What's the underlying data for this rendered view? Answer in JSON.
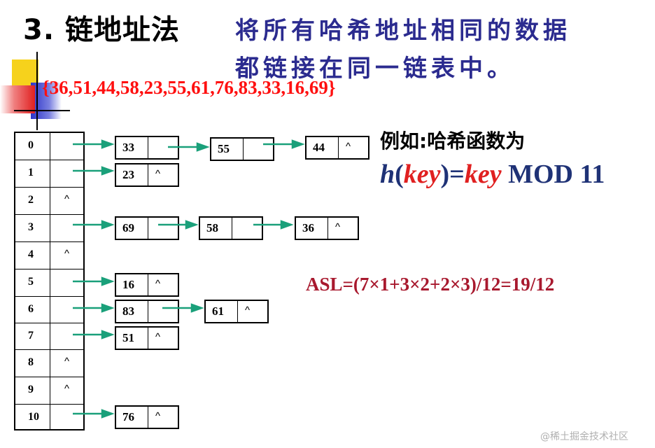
{
  "slide": {
    "title": "3. 链地址法",
    "description_line1": "将所有哈希地址相同的数据",
    "description_line2": "都链接在同一链表中。",
    "key_sequence": "{36,51,44,58,23,55,61,76,83,33,16,69}",
    "example_label": "例如:哈希函数为",
    "hash_function": {
      "h": "h",
      "open": "(",
      "key1": "key",
      "close_eq": ")=",
      "key2": "key",
      "mod": " MOD 11"
    },
    "asl": "ASL=(7×1+3×2+2×3)/12=19/12",
    "watermark": "@稀土掘金技术社区"
  },
  "colors": {
    "arrow": "#1aa07a",
    "description": "#2b2b8f",
    "keys": "#ff1010",
    "hash_function": "#1f3276",
    "key_highlight": "#e02020",
    "asl": "#a8192e"
  },
  "hash_table": {
    "buckets": [
      {
        "index": "0",
        "pointer": "",
        "chain": [
          {
            "value": "33",
            "next": ""
          },
          {
            "value": "55",
            "next": ""
          },
          {
            "value": "44",
            "next": "^"
          }
        ]
      },
      {
        "index": "1",
        "pointer": "",
        "chain": [
          {
            "value": "23",
            "next": "^"
          }
        ]
      },
      {
        "index": "2",
        "pointer": "^",
        "chain": []
      },
      {
        "index": "3",
        "pointer": "",
        "chain": [
          {
            "value": "69",
            "next": ""
          },
          {
            "value": "58",
            "next": ""
          },
          {
            "value": "36",
            "next": "^"
          }
        ]
      },
      {
        "index": "4",
        "pointer": "^",
        "chain": []
      },
      {
        "index": "5",
        "pointer": "",
        "chain": [
          {
            "value": "16",
            "next": "^"
          }
        ]
      },
      {
        "index": "6",
        "pointer": "",
        "chain": [
          {
            "value": "83",
            "next": ""
          },
          {
            "value": "61",
            "next": "^"
          }
        ]
      },
      {
        "index": "7",
        "pointer": "",
        "chain": [
          {
            "value": "51",
            "next": "^"
          }
        ]
      },
      {
        "index": "8",
        "pointer": "^",
        "chain": []
      },
      {
        "index": "9",
        "pointer": "^",
        "chain": []
      },
      {
        "index": "10",
        "pointer": "",
        "chain": [
          {
            "value": "76",
            "next": "^"
          }
        ]
      }
    ]
  }
}
